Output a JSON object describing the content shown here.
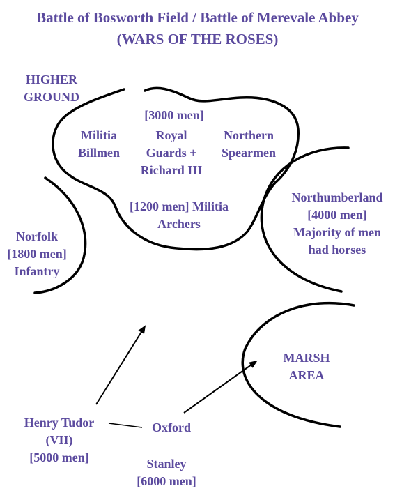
{
  "title": "Battle of Bosworth Field / Battle of Merevale Abbey",
  "subtitle": "(WARS OF THE ROSES)",
  "colors": {
    "text": "#5b4a9e",
    "lines": "#000000",
    "background": "#ffffff"
  },
  "labels": {
    "higher_ground": [
      "HIGHER",
      "GROUND"
    ],
    "royal_strength": "[3000 men]",
    "militia_billmen": [
      "Militia",
      "Billmen"
    ],
    "royal_guards": [
      "Royal",
      "Guards +",
      "Richard III"
    ],
    "northern_spearmen": [
      "Northern",
      "Spearmen"
    ],
    "militia_archers": [
      "[1200 men] Militia",
      "Archers"
    ],
    "norfolk": [
      "Norfolk",
      "[1800 men]",
      "Infantry"
    ],
    "northumberland": [
      "Northumberland",
      "[4000 men]",
      "Majority of men",
      "had horses"
    ],
    "marsh_area": [
      "MARSH",
      "AREA"
    ],
    "henry_tudor": [
      "Henry Tudor",
      "(VII)",
      "[5000 men]"
    ],
    "oxford": "Oxford",
    "stanley": [
      "Stanley",
      "[6000 men]"
    ]
  }
}
